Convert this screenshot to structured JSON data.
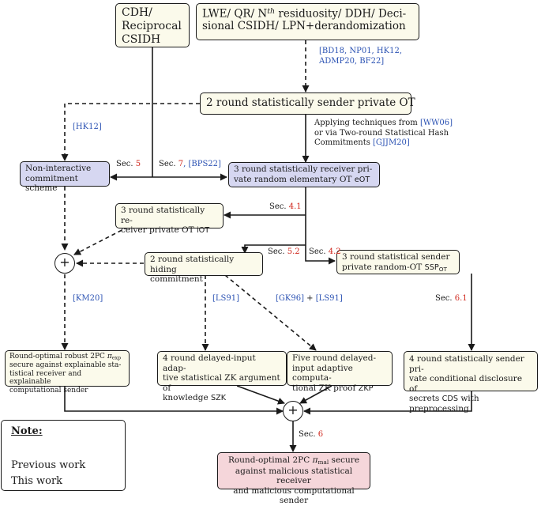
{
  "nodes": {
    "cdh": [
      "CDH/",
      "Reciprocal",
      "CSIDH"
    ],
    "lwe": [
      "LWE/ QR/ N",
      "th",
      " residuosity/ DDH/ Deci-",
      "sional CSIDH/ LPN+derandomization"
    ],
    "sender_ot": "2 round statistically sender private OT",
    "nicom": [
      "Non-interactive",
      "commitment scheme"
    ],
    "eot": [
      "3 round statistically receiver pri-",
      "vate random elementary OT ",
      "eOT"
    ],
    "iot": [
      "3 round statistically re-",
      "ceiver private OT ",
      "iOT"
    ],
    "hiding": [
      "2 round statistically hiding",
      "commitment"
    ],
    "ssp": [
      "3 round statistical sender",
      "private random-OT ",
      "SSP",
      "OT"
    ],
    "robust2pc": [
      "Round-optimal robust 2PC ",
      "π",
      "exp",
      "secure against explainable sta-",
      "tistical receiver and explainable",
      "computational sender"
    ],
    "szk": [
      "4 round delayed-input adap-",
      "tive statistical ZK argument of",
      "knowledge ",
      "SZK"
    ],
    "zkp": [
      "Five round delayed-",
      "input adaptive computa-",
      "tional ZK proof ",
      "ZKP"
    ],
    "cds": [
      "4 round statistically sender pri-",
      "vate conditional disclosure of",
      "secrets ",
      "CDS",
      " with preprocessing"
    ],
    "final": [
      "Round-optimal 2PC ",
      "π",
      "mal",
      " secure",
      "against malicious statistical receiver",
      "and malicious computational sender"
    ]
  },
  "plus_symbol": "+",
  "edge_labels": {
    "bd18": [
      "[BD18, NP01, HK12,",
      "ADMP20, BF22]"
    ],
    "hk12": "[HK12]",
    "applying": [
      "Applying techniques from ",
      "[WW06]",
      "or via Two-round Statistical Hash",
      "Commitments ",
      "[GJJM20]"
    ],
    "sec5": [
      "Sec. ",
      "5"
    ],
    "sec7": [
      "Sec. ",
      "7",
      ", [BPS22]"
    ],
    "sec41": [
      "Sec. ",
      "4.1"
    ],
    "sec52": [
      "Sec. ",
      "5.2"
    ],
    "sec42": [
      "Sec. ",
      "4.2"
    ],
    "km20": "[KM20]",
    "ls91": "[LS91]",
    "gk96": [
      "[GK96]",
      " + ",
      "[LS91]"
    ],
    "sec61": [
      "Sec. ",
      "6.1"
    ],
    "sec6": [
      "Sec. ",
      "6"
    ]
  },
  "legend": {
    "title": "Note:",
    "previous": "Previous work",
    "this": "This work"
  },
  "colors": {
    "citation": "#2b52b3",
    "section": "#d0281e",
    "blue_box": "#d6d7f1",
    "pink_box": "#f5d6da",
    "cream_box": "#fbfaeb"
  }
}
